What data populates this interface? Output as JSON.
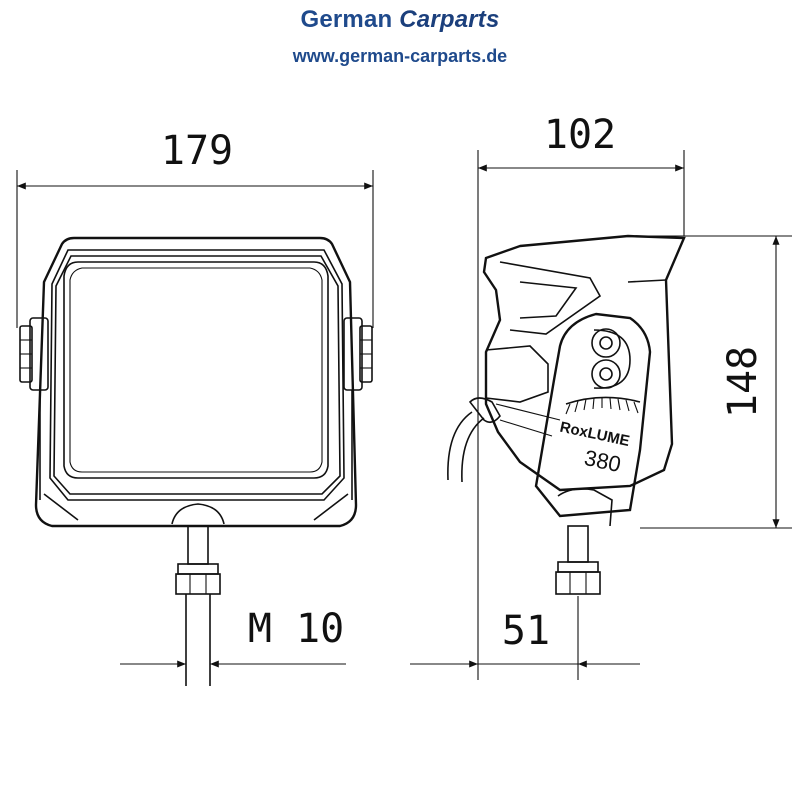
{
  "header": {
    "brand_part1": "German",
    "brand_part2": "Carparts",
    "url": "www.german-carparts.de"
  },
  "dimensions": {
    "width": "179",
    "depth": "102",
    "height": "148",
    "thread": "M 10",
    "mount_offset": "51"
  },
  "product_label": {
    "line1": "RoxLUME",
    "line2": "380"
  },
  "colors": {
    "brand": "#1f4a8c",
    "line": "#111111"
  }
}
